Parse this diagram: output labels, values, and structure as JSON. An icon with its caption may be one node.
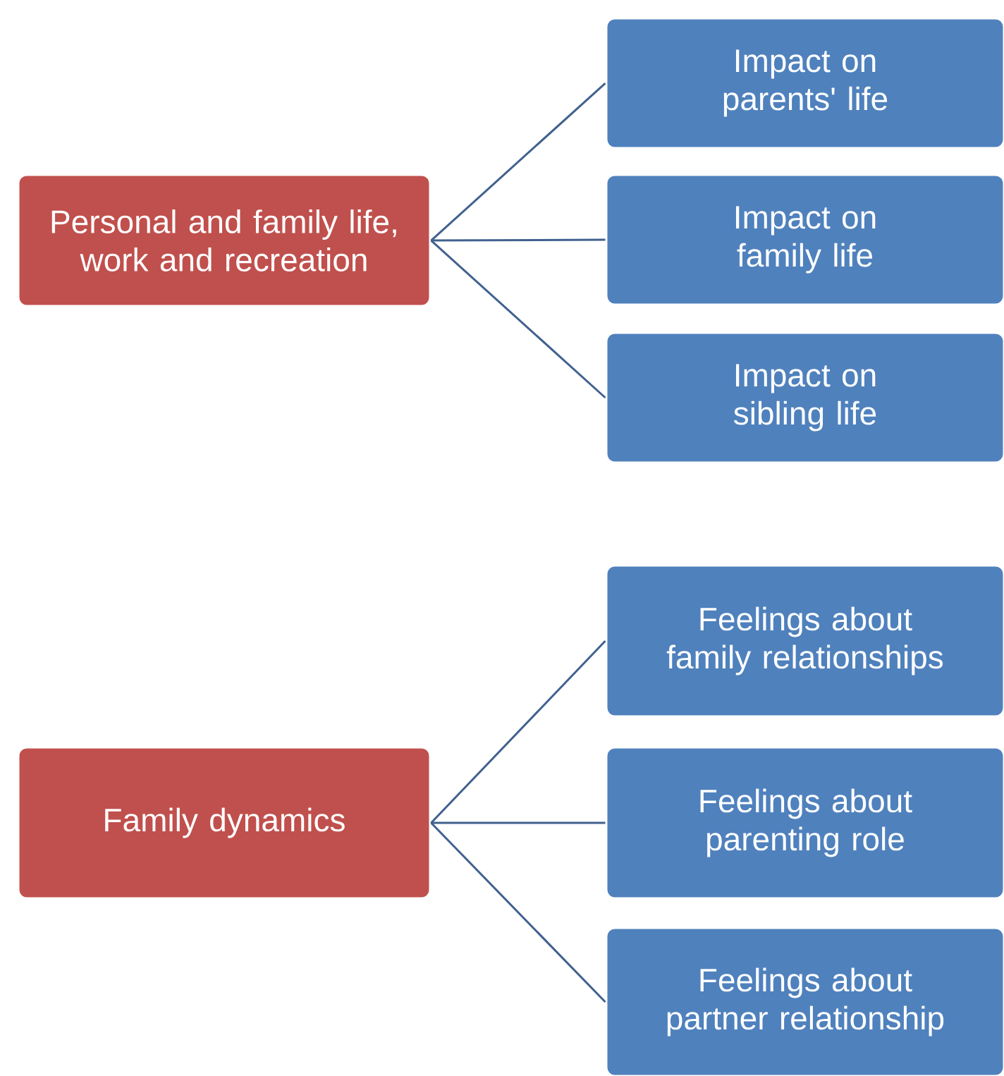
{
  "diagram": {
    "nodes": [
      {
        "text": [
          "Personal and family life, work and recreation"
        ]
      },
      {
        "text": [
          "Impact on parents' life"
        ]
      },
      {
        "text": [
          "Impact on family life"
        ]
      },
      {
        "text": [
          "Impact on sibling life"
        ]
      },
      {
        "text": [
          "Family dynamics"
        ]
      },
      {
        "text": [
          "Feelings about family relationships"
        ]
      },
      {
        "text": [
          "Feelings about parenting role"
        ]
      },
      {
        "text": [
          "Feelings about partner relationship"
        ]
      }
    ],
    "edges": [
      {
        "from": 0,
        "to": 1,
        "arrow": "none"
      },
      {
        "from": 0,
        "to": 2,
        "arrow": "none"
      },
      {
        "from": 0,
        "to": 3,
        "arrow": "none"
      },
      {
        "from": 4,
        "to": 5,
        "arrow": "none"
      },
      {
        "from": 4,
        "to": 6,
        "arrow": "none"
      },
      {
        "from": 4,
        "to": 7,
        "arrow": "none"
      }
    ]
  }
}
